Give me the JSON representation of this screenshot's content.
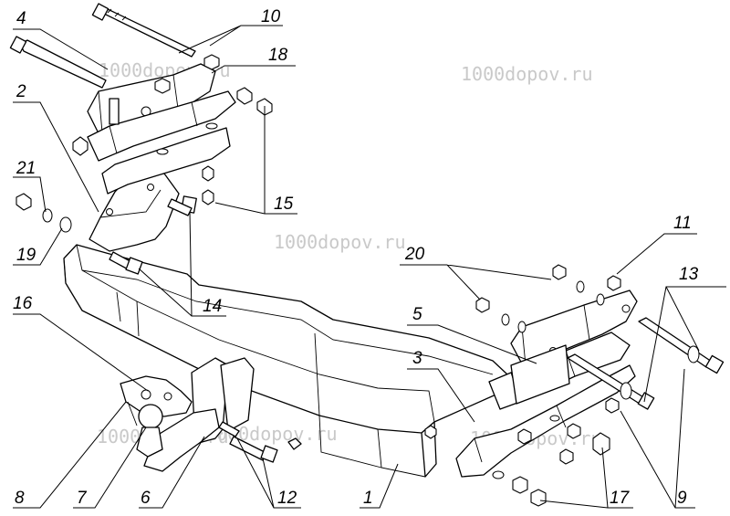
{
  "watermarks": [
    "1000dopov.ru",
    "1000dopov.ru",
    "1000dopov.ru",
    "1000dopov.ru",
    "1000dopov.ru",
    "1000dopov.ru"
  ],
  "callouts": [
    "4",
    "10",
    "18",
    "2",
    "21",
    "19",
    "15",
    "14",
    "16",
    "20",
    "5",
    "3",
    "11",
    "13",
    "8",
    "7",
    "6",
    "12",
    "1",
    "17",
    "9"
  ]
}
